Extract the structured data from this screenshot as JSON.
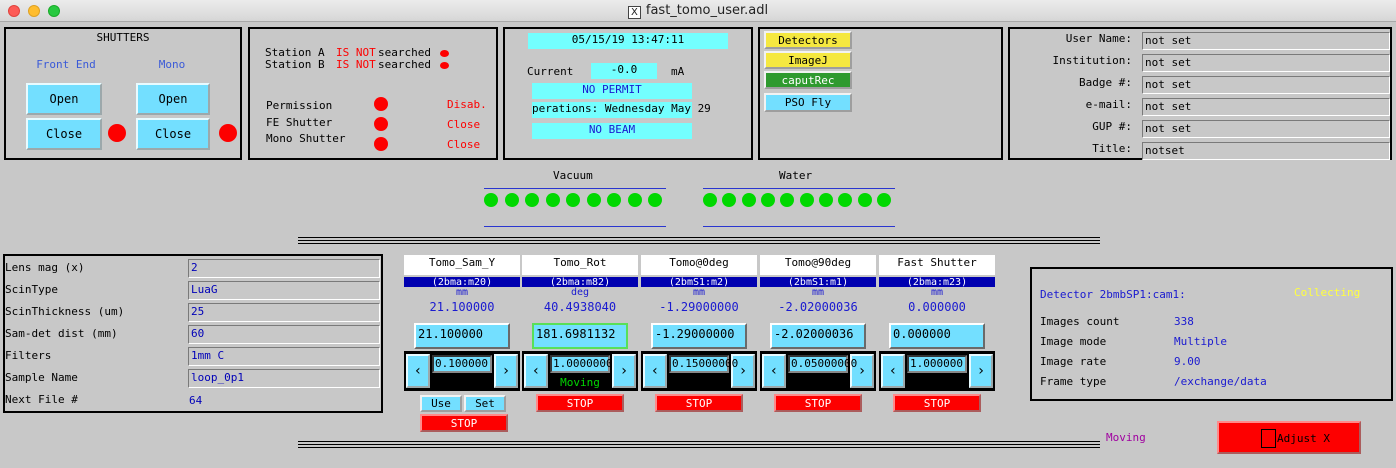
{
  "window": {
    "title": "fast_tomo_user.adl",
    "x11_glyph": "X"
  },
  "shutters": {
    "heading": "SHUTTERS",
    "front_end_label": "Front End",
    "mono_label": "Mono",
    "fe_open": "Open",
    "fe_close": "Close",
    "mono_open": "Open",
    "mono_close": "Close"
  },
  "station": {
    "a_label": "Station A",
    "a_status": "IS NOT",
    "a_suffix": "searched",
    "b_label": "Station B",
    "b_status": "IS NOT",
    "b_suffix": "searched",
    "permission_label": "Permission",
    "permission_value": "Disab.",
    "fe_shutter_label": "FE  Shutter",
    "fe_shutter_value": "Close",
    "mono_shutter_label": "Mono Shutter",
    "mono_shutter_value": "Close"
  },
  "status": {
    "datetime": "05/15/19 13:47:11",
    "current_label": "Current",
    "current_value": "-0.0",
    "current_unit": "mA",
    "permit": "NO PERMIT",
    "operations": "perations: Wednesday May 29",
    "beam": "NO BEAM"
  },
  "launchers": {
    "detectors": "Detectors",
    "imagej": "ImageJ",
    "caputrec": "caputRec",
    "pso_fly": "PSO Fly"
  },
  "user": {
    "fields": [
      {
        "label": "User Name:",
        "value": "not set"
      },
      {
        "label": "Institution:",
        "value": "not set"
      },
      {
        "label": "Badge #:",
        "value": "not set"
      },
      {
        "label": "e-mail:",
        "value": "not set"
      },
      {
        "label": "GUP #:",
        "value": "not set"
      },
      {
        "label": "Title:",
        "value": "notset"
      }
    ]
  },
  "vacuum_label": "Vacuum",
  "water_label": "Water",
  "vacuum_count": 9,
  "water_count": 10,
  "sample": {
    "fields": [
      {
        "label": "Lens mag (x)",
        "value": "2"
      },
      {
        "label": "ScinType",
        "value": "LuaG"
      },
      {
        "label": "ScinThickness (um)",
        "value": "25"
      },
      {
        "label": "Sam-det dist (mm)",
        "value": "60"
      },
      {
        "label": "Filters",
        "value": "1mm C"
      },
      {
        "label": "Sample Name",
        "value": "loop_0p1"
      }
    ],
    "next_file_label": "Next File #",
    "next_file_value": "64"
  },
  "motors": [
    {
      "title": "Tomo_Sam_Y",
      "pv": "(2bma:m20)",
      "unit": "mm",
      "rbv": "21.100000",
      "entry": "21.100000",
      "tweak": "0.100000",
      "status": "",
      "stop": "STOP"
    },
    {
      "title": "Tomo_Rot",
      "pv": "(2bma:m82)",
      "unit": "deg",
      "rbv": "40.4938040",
      "entry": "181.6981132",
      "tweak": "1.0000000",
      "status": "Moving",
      "stop": "STOP"
    },
    {
      "title": "Tomo@0deg",
      "pv": "(2bmS1:m2)",
      "unit": "mm",
      "rbv": "-1.29000000",
      "entry": "-1.29000000",
      "tweak": "0.15000000",
      "status": "",
      "stop": "STOP"
    },
    {
      "title": "Tomo@90deg",
      "pv": "(2bmS1:m1)",
      "unit": "mm",
      "rbv": "-2.02000036",
      "entry": "-2.02000036",
      "tweak": "0.05000000",
      "status": "",
      "stop": "STOP"
    },
    {
      "title": "Fast Shutter",
      "pv": "(2bma:m23)",
      "unit": "mm",
      "rbv": "0.000000",
      "entry": "0.000000",
      "tweak": "1.000000",
      "status": "",
      "stop": "STOP"
    }
  ],
  "sam_y_extra": {
    "use": "Use",
    "set": "Set",
    "stop": "STOP"
  },
  "detector": {
    "label": "Detector 2bmbSP1:cam1:",
    "state": "Collecting",
    "rows": [
      {
        "label": "Images count",
        "value": "338"
      },
      {
        "label": "Image mode",
        "value": "Multiple"
      },
      {
        "label": "Image rate",
        "value": "9.00"
      },
      {
        "label": "Frame type",
        "value": "/exchange/data"
      }
    ]
  },
  "bottom": {
    "moving": "Moving",
    "adjust": "Adjust X"
  },
  "colors": {
    "background": "#c8c8c8",
    "button_cyan": "#73dfff",
    "alarm_red": "#fd0000",
    "ok_green": "#00d800",
    "launcher_yellow": "#f5e840",
    "launcher_green": "#2f9a2f",
    "collecting_yellow": "#ffff40",
    "pv_blue": "#0000b0"
  }
}
